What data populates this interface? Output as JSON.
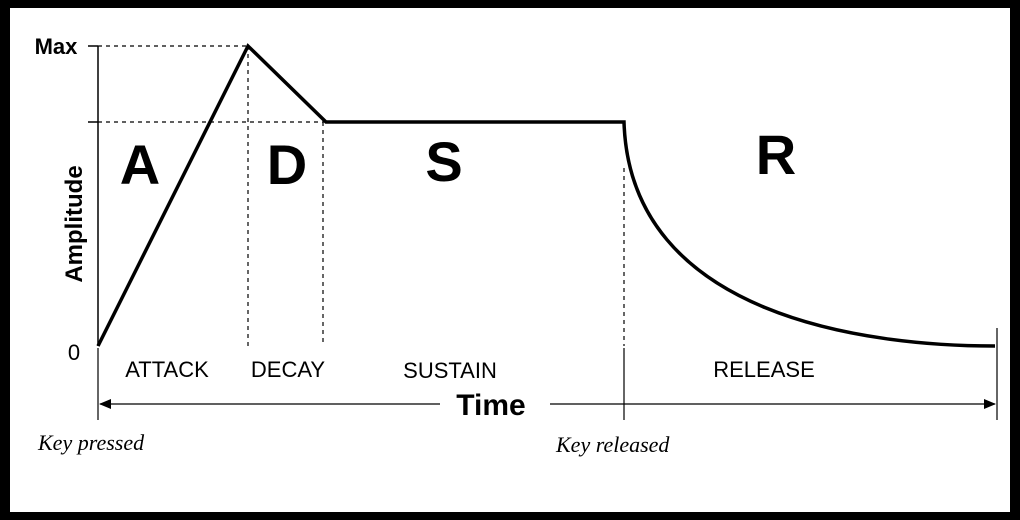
{
  "diagram": {
    "y_axis": {
      "label": "Amplitude",
      "max_label": "Max",
      "zero_label": "0"
    },
    "x_axis": {
      "label": "Time"
    },
    "phase_letters": [
      "A",
      "D",
      "S",
      "R"
    ],
    "phase_names": [
      "ATTACK",
      "DECAY",
      "SUSTAIN",
      "RELEASE"
    ],
    "events": {
      "key_pressed": "Key pressed",
      "key_released": "Key released"
    },
    "colors": {
      "background": "#ffffff",
      "frame": "#000000",
      "stroke": "#000000"
    }
  }
}
